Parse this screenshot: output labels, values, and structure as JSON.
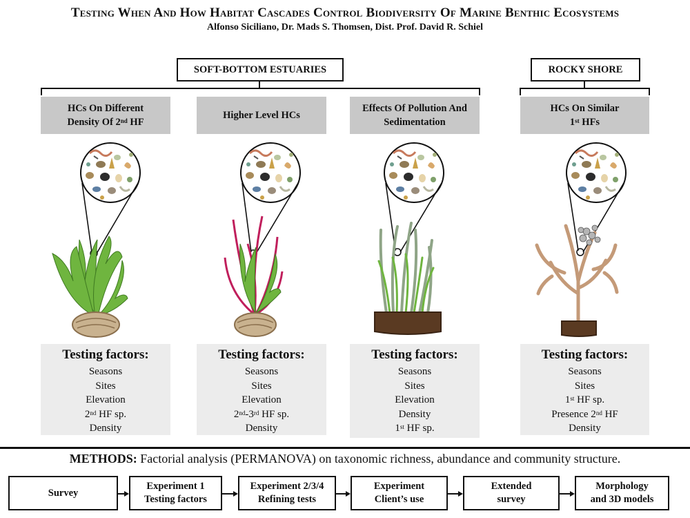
{
  "header": {
    "title": "Testing When And How Habitat Cascades Control Biodiversity Of Marine Benthic Ecosystems",
    "authors": "Alfonso Siciliano, Dr. Mads S. Thomsen, Dist. Prof. David R. Schiel"
  },
  "groups": {
    "soft_bottom": "SOFT-BOTTOM ESTUARIES",
    "rocky_shore": "ROCKY SHORE"
  },
  "columns": [
    {
      "head_line1": "HCs On Different",
      "head_line2_pre": "Density Of 2",
      "head_line2_sup": "nd",
      "head_line2_post": " HF",
      "factors_title": "Testing factors:",
      "f1": "Seasons",
      "f2": "Sites",
      "f3": "Elevation",
      "f4_pre": "2",
      "f4_sup": "nd",
      "f4_post": " HF sp.",
      "f5": "Density"
    },
    {
      "head_line1": "Higher Level HCs",
      "factors_title": "Testing factors:",
      "f1": "Seasons",
      "f2": "Sites",
      "f3": "Elevation",
      "f4_a": "2",
      "f4_a_sup": "nd",
      "f4_b": "-3",
      "f4_b_sup": "rd",
      "f4_post": " HF sp.",
      "f5": "Density"
    },
    {
      "head_line1": "Effects Of Pollution And",
      "head_line2": "Sedimentation",
      "factors_title": "Testing factors:",
      "f1": "Seasons",
      "f2": "Sites",
      "f3": "Elevation",
      "f4": "Density",
      "f5_pre": "1",
      "f5_sup": "st",
      "f5_post": " HF sp."
    },
    {
      "head_line1": "HCs On Similar",
      "head_line2_pre": "1",
      "head_line2_sup": "st",
      "head_line2_post": " HFs",
      "factors_title": "Testing factors:",
      "f1": "Seasons",
      "f2": "Sites",
      "f3_pre": "1",
      "f3_sup": "st",
      "f3_post": " HF sp.",
      "f4_pre": "Presence 2",
      "f4_sup": "nd",
      "f4_post": " HF",
      "f5": "Density"
    }
  ],
  "methods": {
    "label": "METHODS:",
    "text": " Factorial analysis (PERMANOVA) on taxonomic richness, abundance and community structure."
  },
  "workflow": [
    {
      "line1": "Survey",
      "line2": ""
    },
    {
      "line1": "Experiment 1",
      "line2": "Testing factors"
    },
    {
      "line1": "Experiment 2/3/4",
      "line2": "Refining tests"
    },
    {
      "line1": "Experiment",
      "line2": "Client’s use"
    },
    {
      "line1": "Extended",
      "line2": "survey"
    },
    {
      "line1": "Morphology",
      "line2": "and 3D models"
    }
  ]
}
